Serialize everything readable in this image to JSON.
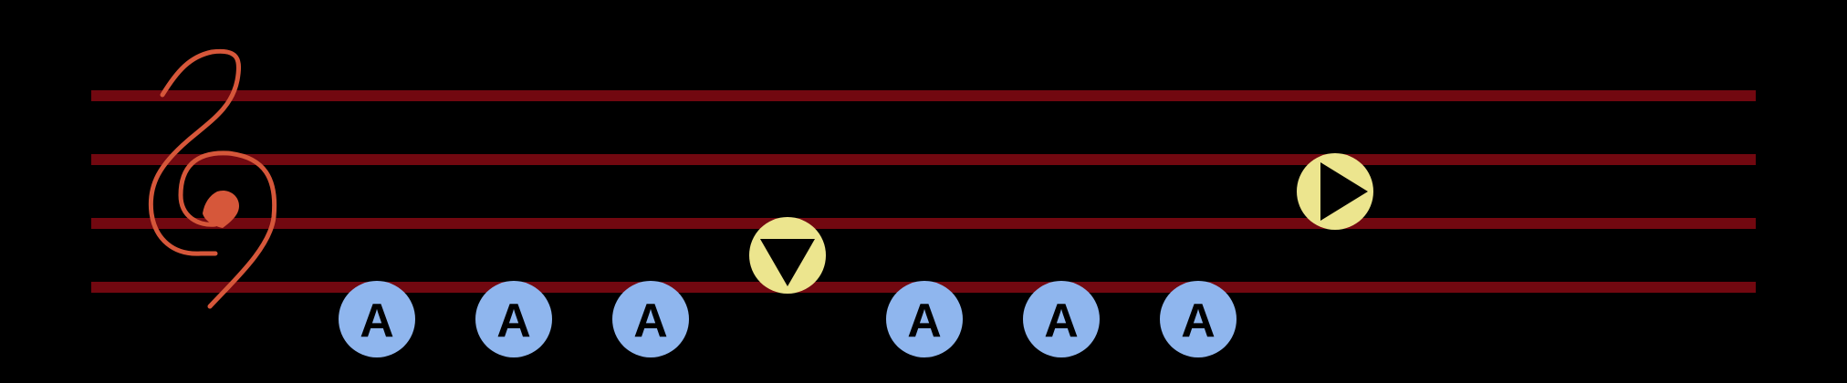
{
  "colors": {
    "background": "#000000",
    "staff_line": "#720810",
    "clef": "#d6573a",
    "a_button_fill": "#8fb6ee",
    "a_button_text": "#000000",
    "c_button_fill": "#ece58e",
    "c_button_arrow": "#000000"
  },
  "staff": {
    "line_count": 4
  },
  "clef": {
    "icon": "treble-clef-icon"
  },
  "notes": [
    {
      "kind": "a-button",
      "label": "A",
      "icon": "a-button-icon",
      "pitch": "below-staff"
    },
    {
      "kind": "a-button",
      "label": "A",
      "icon": "a-button-icon",
      "pitch": "below-staff"
    },
    {
      "kind": "a-button",
      "label": "A",
      "icon": "a-button-icon",
      "pitch": "below-staff"
    },
    {
      "kind": "c-down",
      "label": "",
      "icon": "c-down-arrow-icon",
      "pitch": "between-lines-3-4"
    },
    {
      "kind": "a-button",
      "label": "A",
      "icon": "a-button-icon",
      "pitch": "below-staff"
    },
    {
      "kind": "a-button",
      "label": "A",
      "icon": "a-button-icon",
      "pitch": "below-staff"
    },
    {
      "kind": "a-button",
      "label": "A",
      "icon": "a-button-icon",
      "pitch": "below-staff"
    },
    {
      "kind": "c-right",
      "label": "",
      "icon": "c-right-arrow-icon",
      "pitch": "between-lines-2-3"
    }
  ]
}
